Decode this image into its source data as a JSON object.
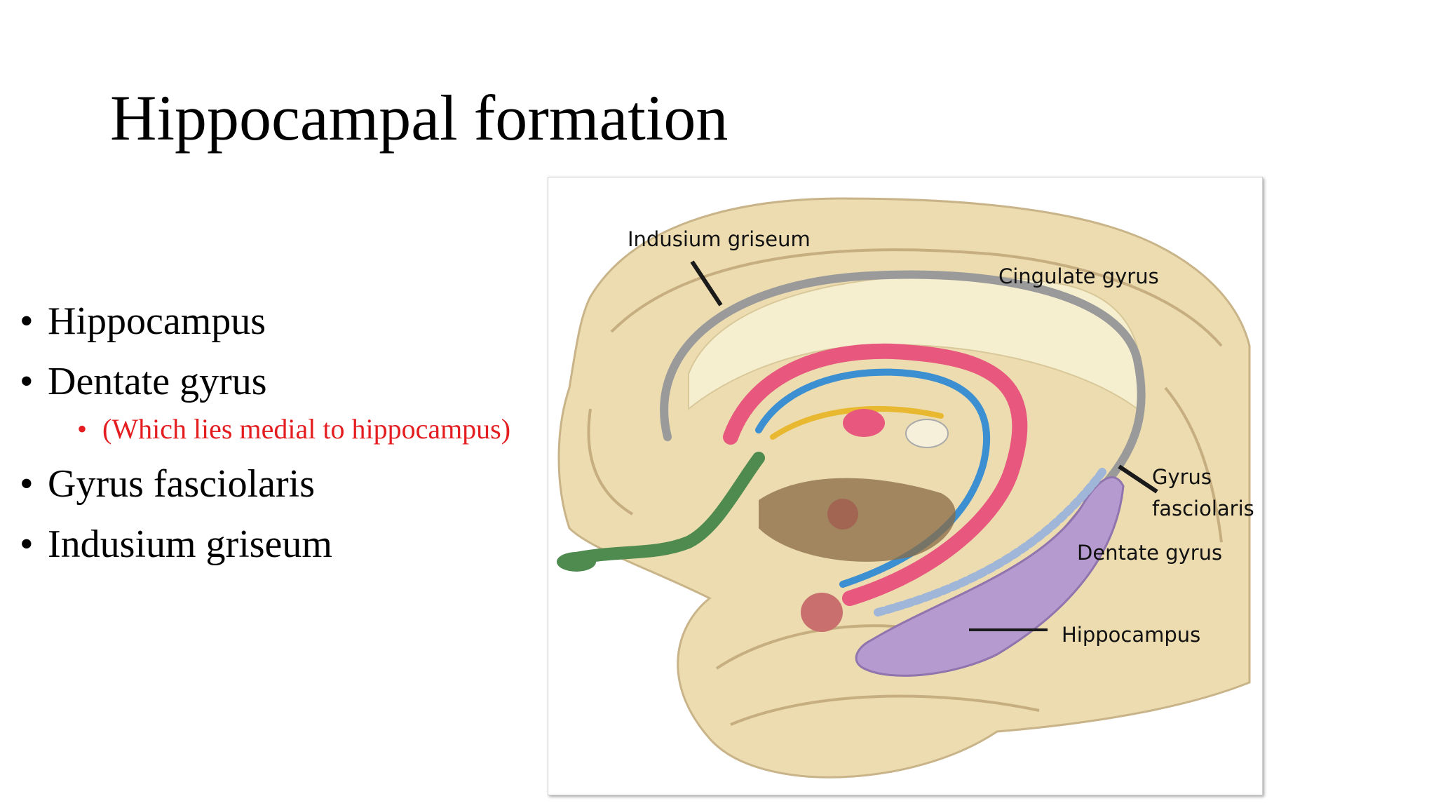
{
  "slide": {
    "title": "Hippocampal formation",
    "bullets": [
      {
        "text": "Hippocampus"
      },
      {
        "text": "Dentate gyrus"
      },
      {
        "text": "Gyrus fasciolaris"
      },
      {
        "text": "Indusium griseum"
      }
    ],
    "sub_bullet": "(Which lies medial to hippocampus)",
    "bullet_symbol": "•",
    "colors": {
      "title": "#000000",
      "sub_bullet": "#e41e20"
    }
  },
  "figure": {
    "labels": {
      "indusium_griseum": "Indusium griseum",
      "cingulate_gyrus": "Cingulate gyrus",
      "gyrus": "Gyrus",
      "fasciolaris": "fasciolaris",
      "dentate_gyrus": "Dentate gyrus",
      "hippocampus": "Hippocampus"
    },
    "colors": {
      "brain": "#ecdcb0",
      "gray_band": "#9a9a9a",
      "pink_tract": "#e8577d",
      "blue_tract": "#3c8fd0",
      "yellow_tract": "#e8b830",
      "green_tract": "#4f8a4f",
      "hippocampus_purple": "#b59ad0",
      "dark_brown": "#6a4a2a"
    }
  }
}
